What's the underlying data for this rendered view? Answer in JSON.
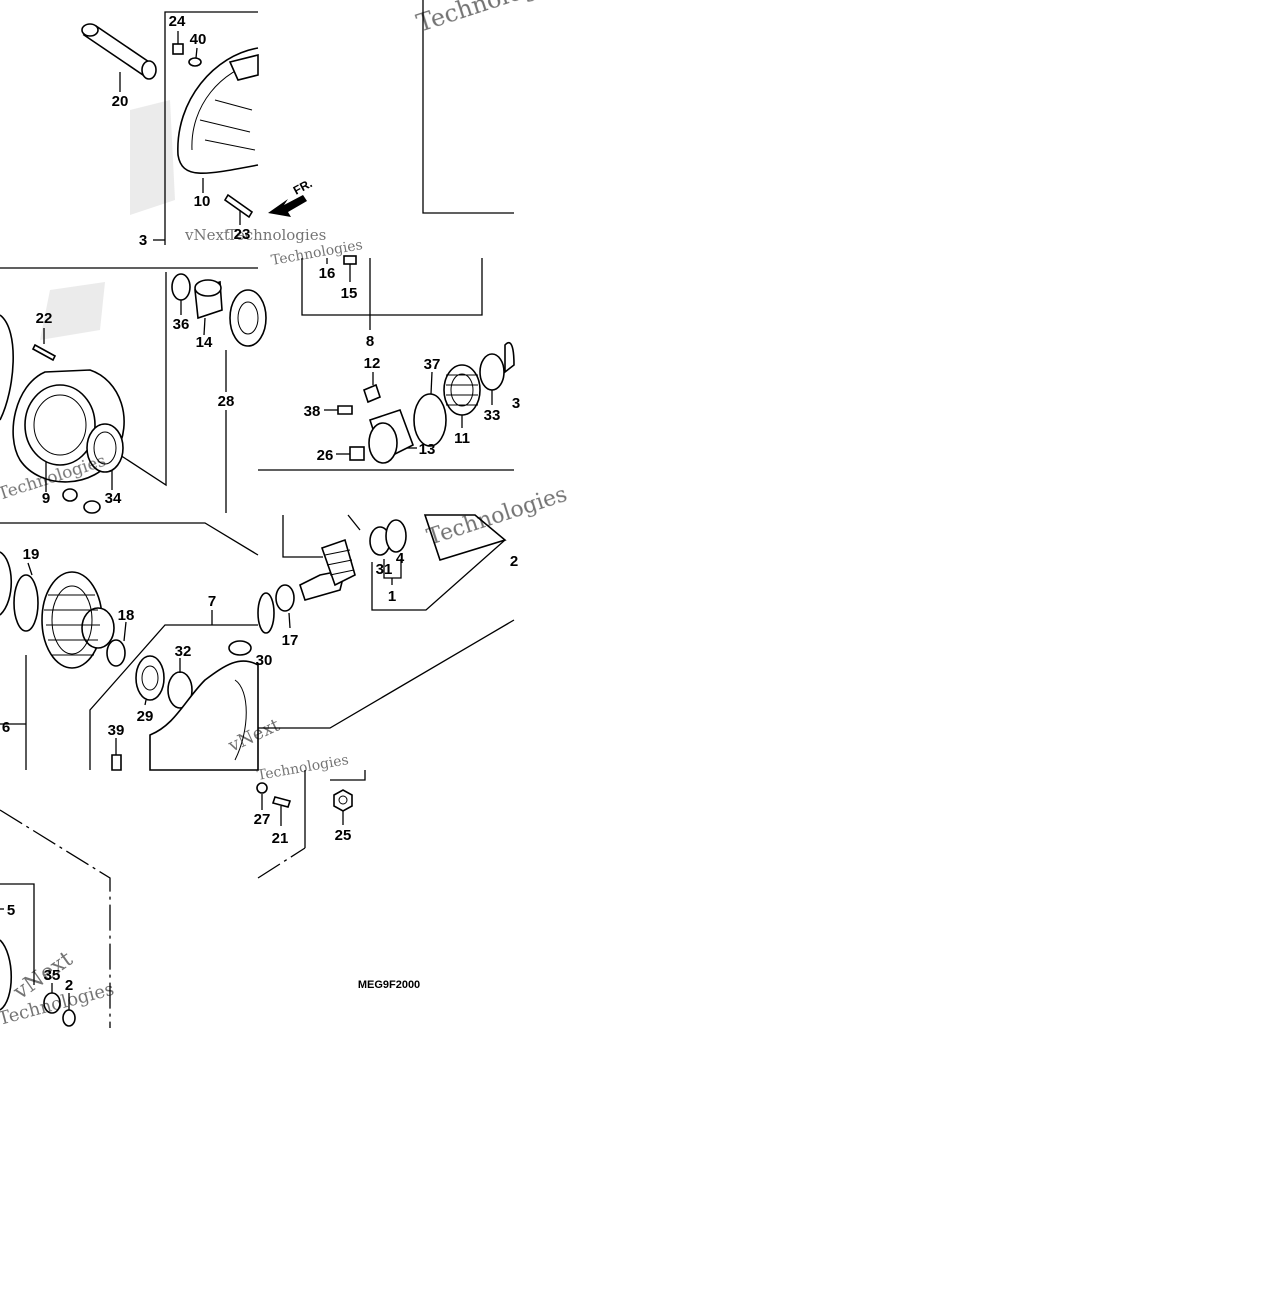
{
  "diagram": {
    "drawing_code": "MEG9F2000",
    "direction_label": "FR.",
    "watermark_lines": [
      "vNext",
      "Technologies"
    ],
    "callouts": [
      "1",
      "2",
      "3",
      "4",
      "5",
      "6",
      "7",
      "8",
      "9",
      "10",
      "11",
      "12",
      "13",
      "14",
      "15",
      "16",
      "17",
      "18",
      "19",
      "20",
      "21",
      "22",
      "23",
      "24",
      "25",
      "26",
      "27",
      "28",
      "29",
      "30",
      "31",
      "32",
      "33",
      "34",
      "35",
      "36",
      "37",
      "38",
      "39",
      "40"
    ],
    "cropped_callouts": [
      "2",
      "3"
    ]
  }
}
